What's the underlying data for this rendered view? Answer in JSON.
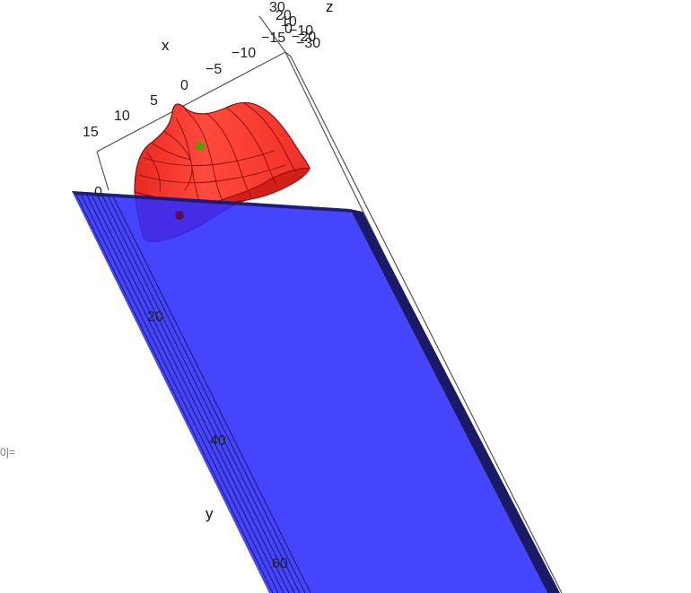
{
  "notebook": {
    "output_label": "0]="
  },
  "plot": {
    "axis_labels": {
      "x": "x",
      "y": "y",
      "z": "z"
    },
    "x_ticks": [
      "15",
      "10",
      "5",
      "0",
      "−5",
      "−10"
    ],
    "y_ticks": [
      "0",
      "20",
      "40",
      "60"
    ],
    "z_ticks": [
      "30",
      "20",
      "10",
      "0",
      "−10",
      "−15",
      "−20",
      "−30"
    ],
    "colors": {
      "surface": "#ff3b30",
      "surface_edge": "#8a0a0a",
      "plane": "#2b2bff",
      "plane_edge": "#1a1a66",
      "box_line": "#555555",
      "green_point": "#55a000",
      "dark_point": "#5a0c2c"
    }
  }
}
